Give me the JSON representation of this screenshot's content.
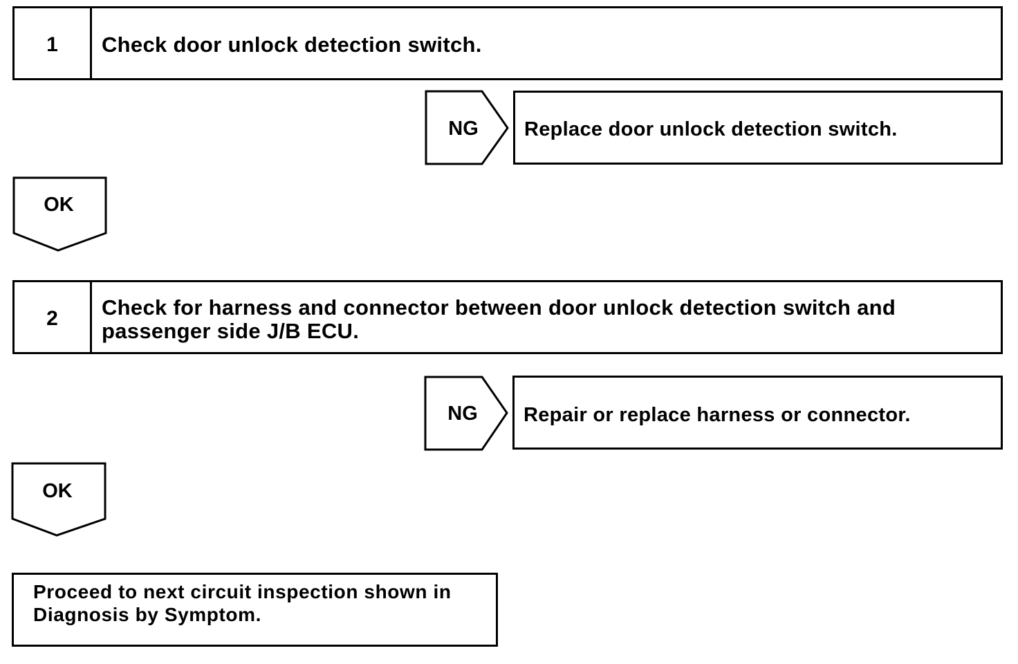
{
  "step1": {
    "number": "1",
    "text": "Check door unlock detection switch."
  },
  "ng1": {
    "label": "NG",
    "result": "Replace door unlock detection switch."
  },
  "ok1": {
    "label": "OK"
  },
  "step2": {
    "number": "2",
    "text": "Check for harness and connector between door unlock detection switch and passenger side J/B ECU."
  },
  "ng2": {
    "label": "NG",
    "result": "Repair or replace harness or connector."
  },
  "ok2": {
    "label": "OK"
  },
  "final": {
    "text": "Proceed to next circuit inspection shown in Diagnosis by Symptom."
  }
}
